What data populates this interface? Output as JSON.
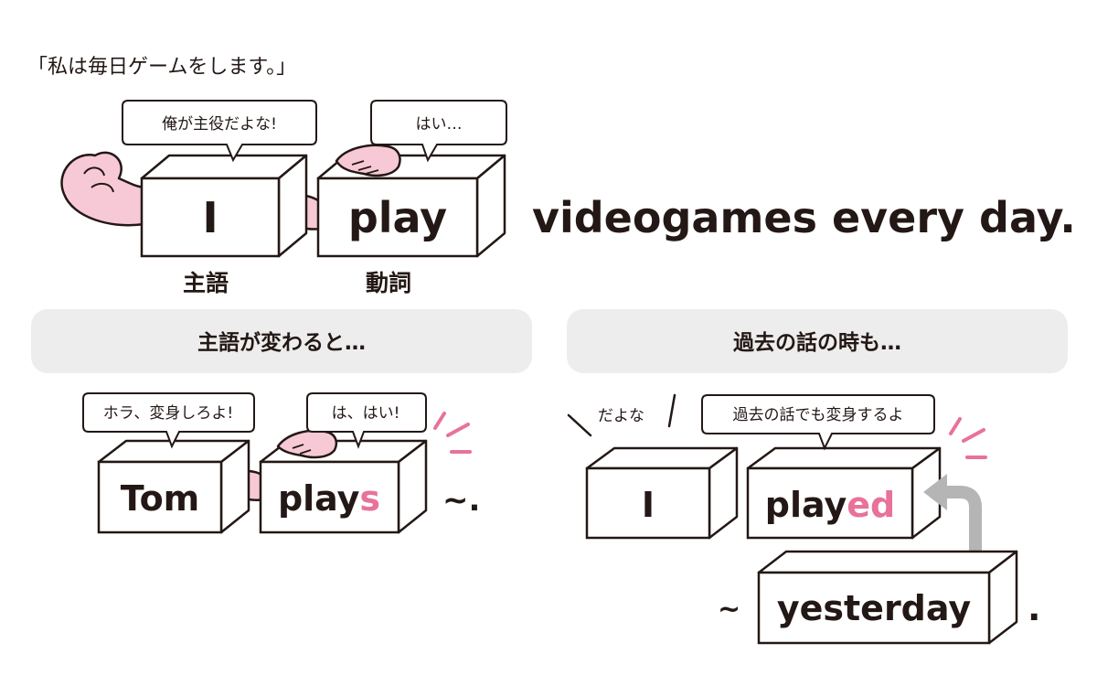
{
  "title": "「私は毎日ゲームをします。」",
  "top": {
    "subject_word": "I",
    "verb_word": "play",
    "rest": "videogames every day.",
    "subject_bubble": "俺が主役だよな!",
    "verb_bubble": "はい…",
    "subject_label": "主語",
    "verb_label": "動詞"
  },
  "left_panel": {
    "banner": "主語が変わると…",
    "subject_word": "Tom",
    "verb_base": "play",
    "verb_suffix": "s",
    "tail": "~.",
    "subject_bubble": "ホラ、変身しろよ!",
    "verb_bubble": "は、はい!"
  },
  "right_panel": {
    "banner": "過去の話の時も…",
    "subject_word": "I",
    "verb_base": "play",
    "verb_suffix": "ed",
    "time_word": "yesterday",
    "tilde": "~",
    "period": ".",
    "subject_bubble": "だよな",
    "verb_bubble": "過去の話でも変身するよ"
  },
  "colors": {
    "ink": "#231815",
    "accent_pink": "#e8729a",
    "arm_pink": "#f7c9d6",
    "banner_gray": "#ededed",
    "arrow_gray": "#b5b5b5"
  }
}
